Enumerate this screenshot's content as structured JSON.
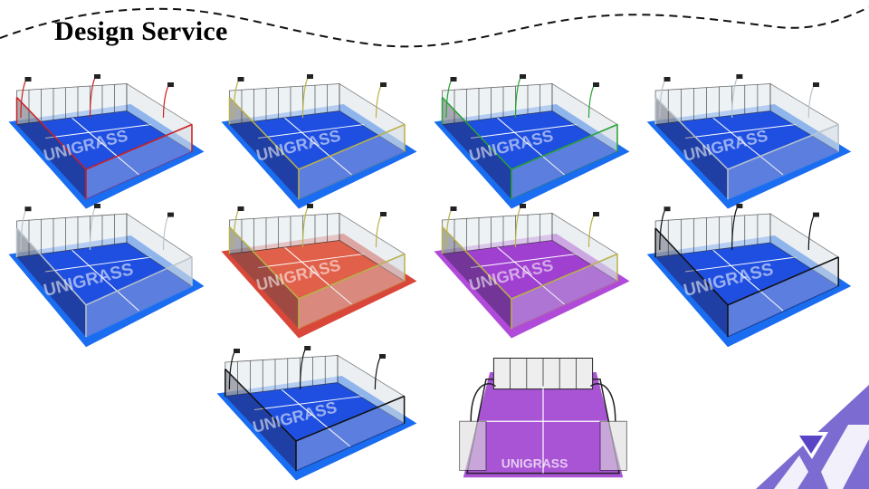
{
  "slide": {
    "title": "Design Service"
  },
  "brand": {
    "watermark": "UNIGRASS"
  },
  "colors": {
    "blue_turf": "#1f4fe0",
    "blue_surround": "#1a6cf0",
    "red_turf": "#e0604a",
    "red_surround": "#d8473a",
    "purple_turf": "#a040d0",
    "purple_surround": "#b04ad8",
    "frame_red": "#cc1f1f",
    "frame_olive": "#b9b24a",
    "frame_green": "#27a233",
    "frame_silver": "#b8c4cc",
    "frame_black": "#111111",
    "logo_light": "#7a68cf",
    "logo_dark": "#5b47c4"
  },
  "courts": [
    {
      "name": "blue-court-red-frame",
      "turf": "blue",
      "frame": "red"
    },
    {
      "name": "blue-court-olive-frame",
      "turf": "blue",
      "frame": "olive"
    },
    {
      "name": "blue-court-green-frame",
      "turf": "blue",
      "frame": "green"
    },
    {
      "name": "blue-court-silver-frame",
      "turf": "blue",
      "frame": "silver"
    },
    {
      "name": "blue-court-white-frame",
      "turf": "blue",
      "frame": "silver"
    },
    {
      "name": "red-court-olive-frame",
      "turf": "red",
      "frame": "olive"
    },
    {
      "name": "purple-court-olive-frame",
      "turf": "purple",
      "frame": "olive"
    },
    {
      "name": "blue-court-black-frame",
      "turf": "blue",
      "frame": "black"
    },
    {
      "name": "blue-court-panoramic",
      "turf": "blue",
      "frame": "black"
    },
    {
      "name": "purple-court-front-view",
      "turf": "purple",
      "frame": "black"
    }
  ]
}
